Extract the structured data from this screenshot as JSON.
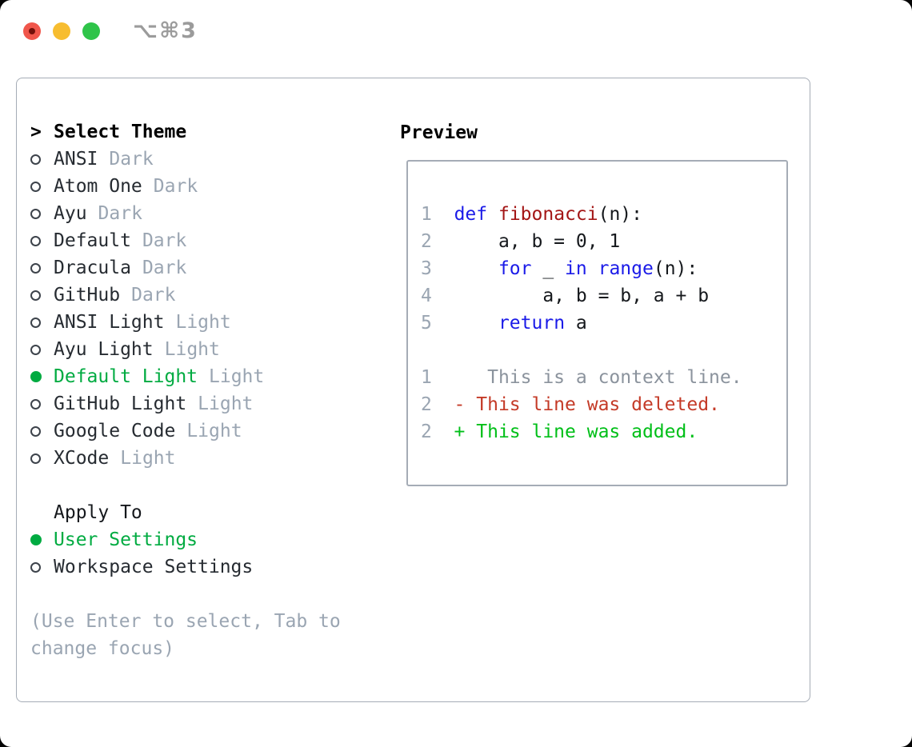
{
  "window": {
    "title_shortcut": "⌥⌘3",
    "traffic_lights": [
      "close",
      "minimize",
      "zoom"
    ]
  },
  "theme_picker": {
    "prompt_char": ">",
    "title": "Select Theme",
    "themes": [
      {
        "name": "ANSI",
        "tag": "Dark",
        "selected": false
      },
      {
        "name": "Atom One",
        "tag": "Dark",
        "selected": false
      },
      {
        "name": "Ayu",
        "tag": "Dark",
        "selected": false
      },
      {
        "name": "Default",
        "tag": "Dark",
        "selected": false
      },
      {
        "name": "Dracula",
        "tag": "Dark",
        "selected": false
      },
      {
        "name": "GitHub",
        "tag": "Dark",
        "selected": false
      },
      {
        "name": "ANSI Light",
        "tag": "Light",
        "selected": false
      },
      {
        "name": "Ayu Light",
        "tag": "Light",
        "selected": false
      },
      {
        "name": "Default Light",
        "tag": "Light",
        "selected": true
      },
      {
        "name": "GitHub Light",
        "tag": "Light",
        "selected": false
      },
      {
        "name": "Google Code",
        "tag": "Light",
        "selected": false
      },
      {
        "name": "XCode",
        "tag": "Light",
        "selected": false
      }
    ],
    "apply_to": {
      "title": "Apply To",
      "options": [
        {
          "name": "User Settings",
          "selected": true
        },
        {
          "name": "Workspace Settings",
          "selected": false
        }
      ]
    },
    "hint": "(Use Enter to select, Tab to\nchange focus)"
  },
  "preview": {
    "title": "Preview",
    "code_lines": [
      [
        {
          "t": "1",
          "c": "num"
        },
        {
          "t": "  ",
          "c": "pl"
        },
        {
          "t": "def",
          "c": "kw"
        },
        {
          "t": " ",
          "c": "pl"
        },
        {
          "t": "fibonacci",
          "c": "fn"
        },
        {
          "t": "(n):",
          "c": "pl"
        }
      ],
      [
        {
          "t": "2",
          "c": "num"
        },
        {
          "t": "      a, b = 0, 1",
          "c": "pl"
        }
      ],
      [
        {
          "t": "3",
          "c": "num"
        },
        {
          "t": "      ",
          "c": "pl"
        },
        {
          "t": "for",
          "c": "kw"
        },
        {
          "t": " _ ",
          "c": "pl"
        },
        {
          "t": "in",
          "c": "kw"
        },
        {
          "t": " ",
          "c": "pl"
        },
        {
          "t": "range",
          "c": "kw"
        },
        {
          "t": "(n):",
          "c": "pl"
        }
      ],
      [
        {
          "t": "4",
          "c": "num"
        },
        {
          "t": "          a, b = b, a + b",
          "c": "pl"
        }
      ],
      [
        {
          "t": "5",
          "c": "num"
        },
        {
          "t": "      ",
          "c": "pl"
        },
        {
          "t": "return",
          "c": "kw"
        },
        {
          "t": " a",
          "c": "pl"
        }
      ],
      [],
      [
        {
          "t": "1",
          "c": "num"
        },
        {
          "t": "     This is a context line.",
          "c": "ctx"
        }
      ],
      [
        {
          "t": "2",
          "c": "num"
        },
        {
          "t": "  - This line was deleted.",
          "c": "del"
        }
      ],
      [
        {
          "t": "2",
          "c": "num"
        },
        {
          "t": "  + This line was added.",
          "c": "add"
        }
      ]
    ]
  },
  "colors": {
    "accent_green": "#00ab41",
    "added_green": "#00bf18",
    "deleted_red": "#c43a27",
    "keyword_blue": "#1b1be8",
    "function_red": "#a31515",
    "muted_gray": "#9aa5b2",
    "border_gray": "#a5acb6",
    "traffic_red": "#f0564b",
    "traffic_yellow": "#f7bd30",
    "traffic_green": "#2fc449"
  }
}
